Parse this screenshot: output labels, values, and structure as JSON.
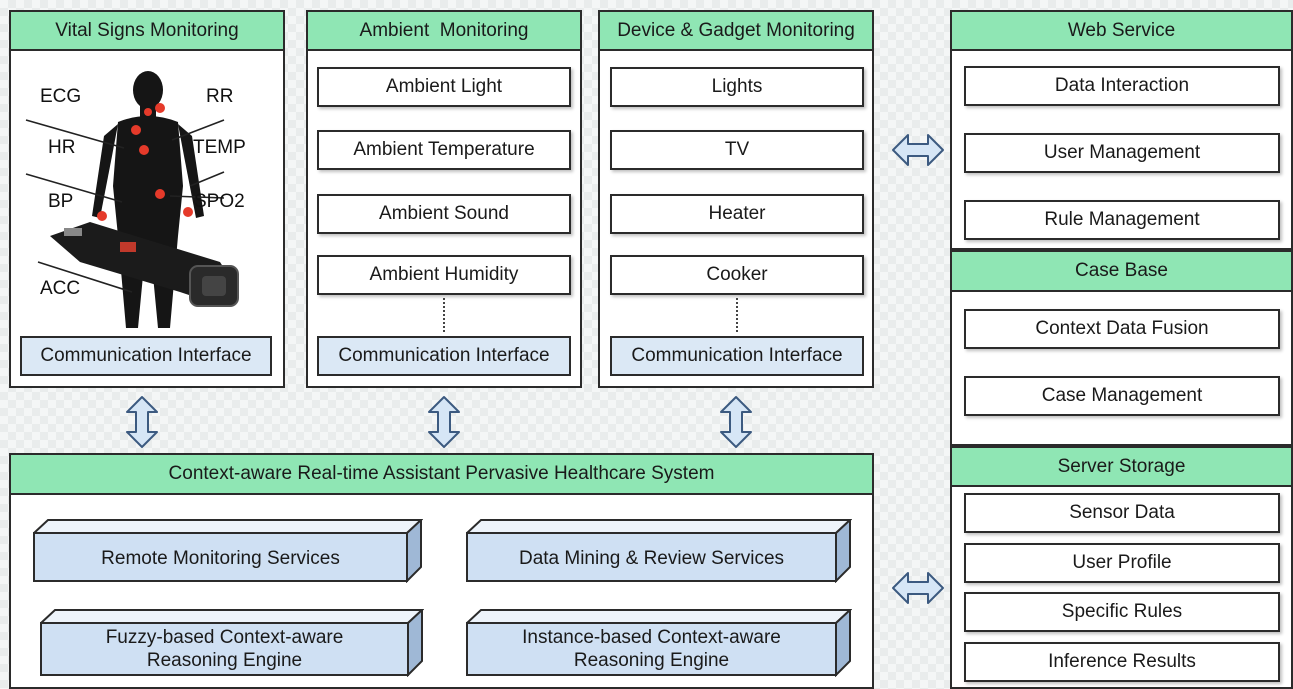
{
  "vital": {
    "title": "Vital Signs Monitoring",
    "labels": {
      "ecg": "ECG",
      "rr": "RR",
      "hr": "HR",
      "temp": "TEMP",
      "bp": "BP",
      "spo2": "SPO2",
      "acc": "ACC"
    },
    "comm": "Communication Interface"
  },
  "ambient": {
    "title": "Ambient  Monitoring",
    "items": [
      "Ambient Light",
      "Ambient Temperature",
      "Ambient Sound",
      "Ambient Humidity"
    ],
    "comm": "Communication Interface"
  },
  "device": {
    "title": "Device & Gadget Monitoring",
    "items": [
      "Lights",
      "TV",
      "Heater",
      "Cooker"
    ],
    "comm": "Communication Interface"
  },
  "web": {
    "title": "Web Service",
    "items": [
      "Data Interaction",
      "User Management",
      "Rule Management"
    ]
  },
  "casebase": {
    "title": "Case Base",
    "items": [
      "Context Data Fusion",
      "Case Management"
    ]
  },
  "storage": {
    "title": "Server Storage",
    "items": [
      "Sensor Data",
      "User Profile",
      "Specific Rules",
      "Inference Results"
    ]
  },
  "system": {
    "title": "Context-aware Real-time Assistant Pervasive Healthcare System",
    "services": [
      {
        "line1": "Remote Monitoring Services",
        "line2": ""
      },
      {
        "line1": "Data Mining & Review Services",
        "line2": ""
      },
      {
        "line1": "Fuzzy-based Context-aware",
        "line2": "Reasoning Engine"
      },
      {
        "line1": "Instance-based Context-aware",
        "line2": "Reasoning Engine"
      }
    ]
  },
  "colors": {
    "header": "#8fe6b4",
    "comm": "#dbe8f5",
    "service_front": "#cfe0f3",
    "arrow_fill": "#d6e6f6",
    "arrow_stroke": "#3c5a80"
  }
}
